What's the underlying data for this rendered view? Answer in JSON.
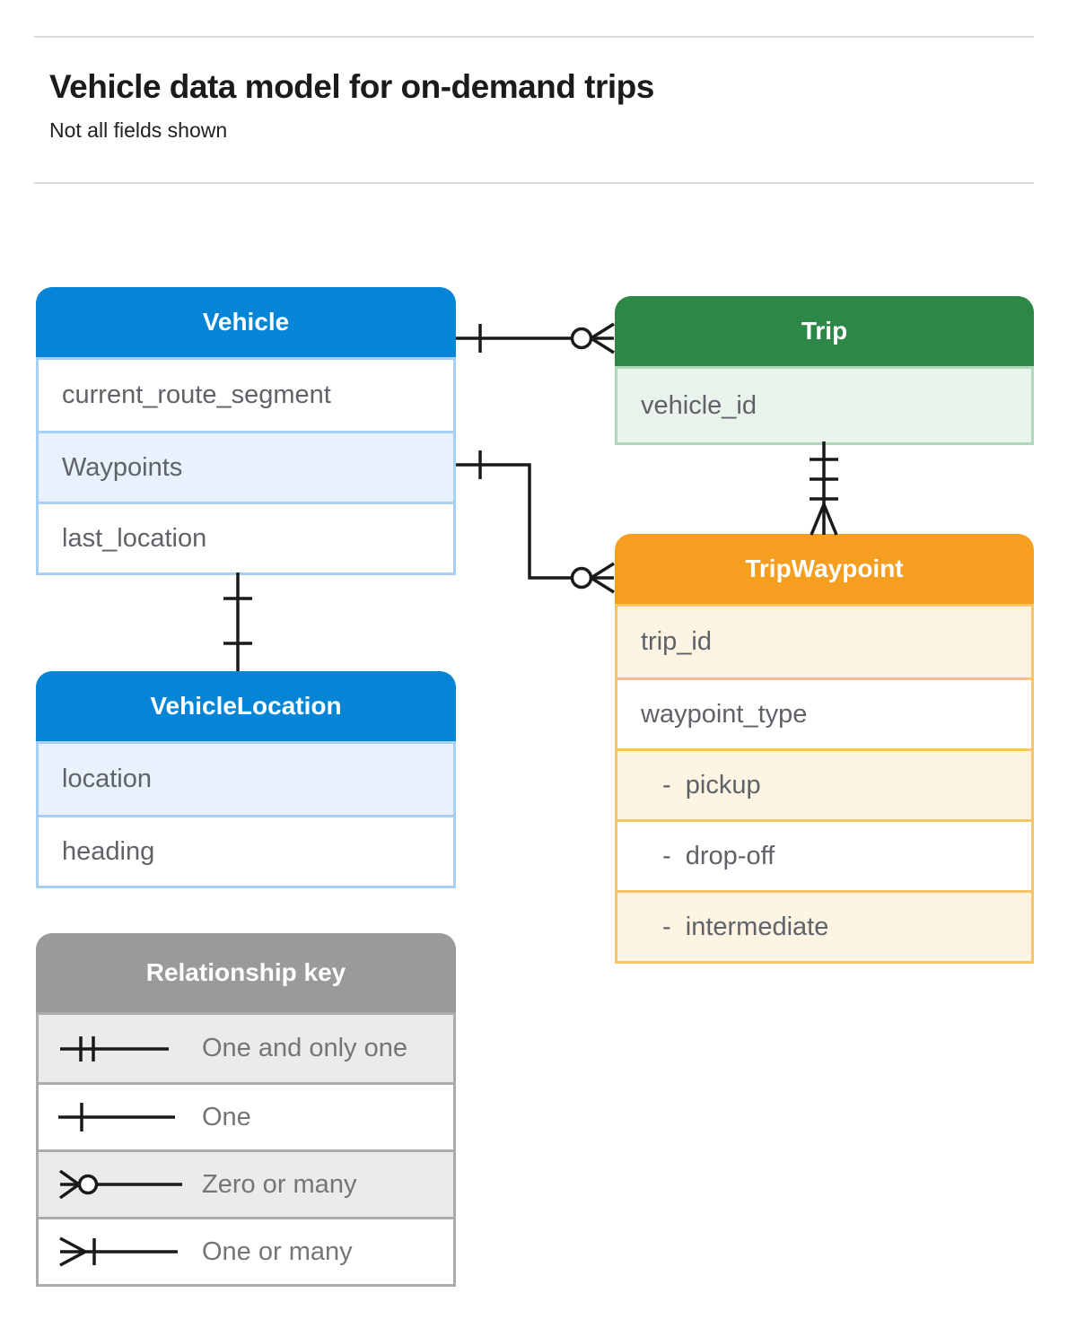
{
  "header": {
    "title": "Vehicle data model for on-demand trips",
    "subtitle": "Not all fields shown"
  },
  "entities": {
    "vehicle": {
      "title": "Vehicle",
      "rows": [
        {
          "label": "current_route_segment"
        },
        {
          "label": "Waypoints"
        },
        {
          "label": "last_location"
        }
      ]
    },
    "trip": {
      "title": "Trip",
      "rows": [
        {
          "label": "vehicle_id"
        }
      ]
    },
    "trip_waypoint": {
      "title": "TripWaypoint",
      "rows": [
        {
          "label": "trip_id"
        },
        {
          "label": "waypoint_type"
        },
        {
          "label": "-  pickup"
        },
        {
          "label": "-  drop-off"
        },
        {
          "label": "-  intermediate"
        }
      ]
    },
    "vehicle_location": {
      "title": "VehicleLocation",
      "rows": [
        {
          "label": "location"
        },
        {
          "label": "heading"
        }
      ]
    }
  },
  "legend": {
    "title": "Relationship key",
    "items": [
      {
        "symbol": "one-and-only-one-icon",
        "label": "One and only one"
      },
      {
        "symbol": "one-icon",
        "label": "One"
      },
      {
        "symbol": "zero-or-many-icon",
        "label": "Zero or many"
      },
      {
        "symbol": "one-or-many-icon",
        "label": "One or many"
      }
    ]
  },
  "connections": [
    {
      "from": "Vehicle",
      "to": "Trip",
      "from_end": "one",
      "to_end": "zero-or-many"
    },
    {
      "from": "Vehicle.Waypoints",
      "to": "TripWaypoint",
      "from_end": "one",
      "to_end": "zero-or-many"
    },
    {
      "from": "Trip",
      "to": "TripWaypoint",
      "from_end": "one-and-only-one",
      "to_end": "one-or-many"
    },
    {
      "from": "Vehicle",
      "to": "VehicleLocation",
      "from_end": "one",
      "to_end": "one"
    }
  ],
  "colors": {
    "blue": "#0685d6",
    "blue_light": "#e8f1fc",
    "blue_border": "#a6cff2",
    "green": "#2d8746",
    "green_light": "#e9f3ec",
    "green_border": "#afd6bb",
    "orange": "#f59e1f",
    "orange_light": "#fdf4e3",
    "orange_border": "#f9c467",
    "gray": "#9a9a9a",
    "gray_light": "#ebebeb",
    "gray_border": "#ababab",
    "row_text": "#5f6368",
    "legend_text": "#757575",
    "connector": "#1a1a1a"
  }
}
